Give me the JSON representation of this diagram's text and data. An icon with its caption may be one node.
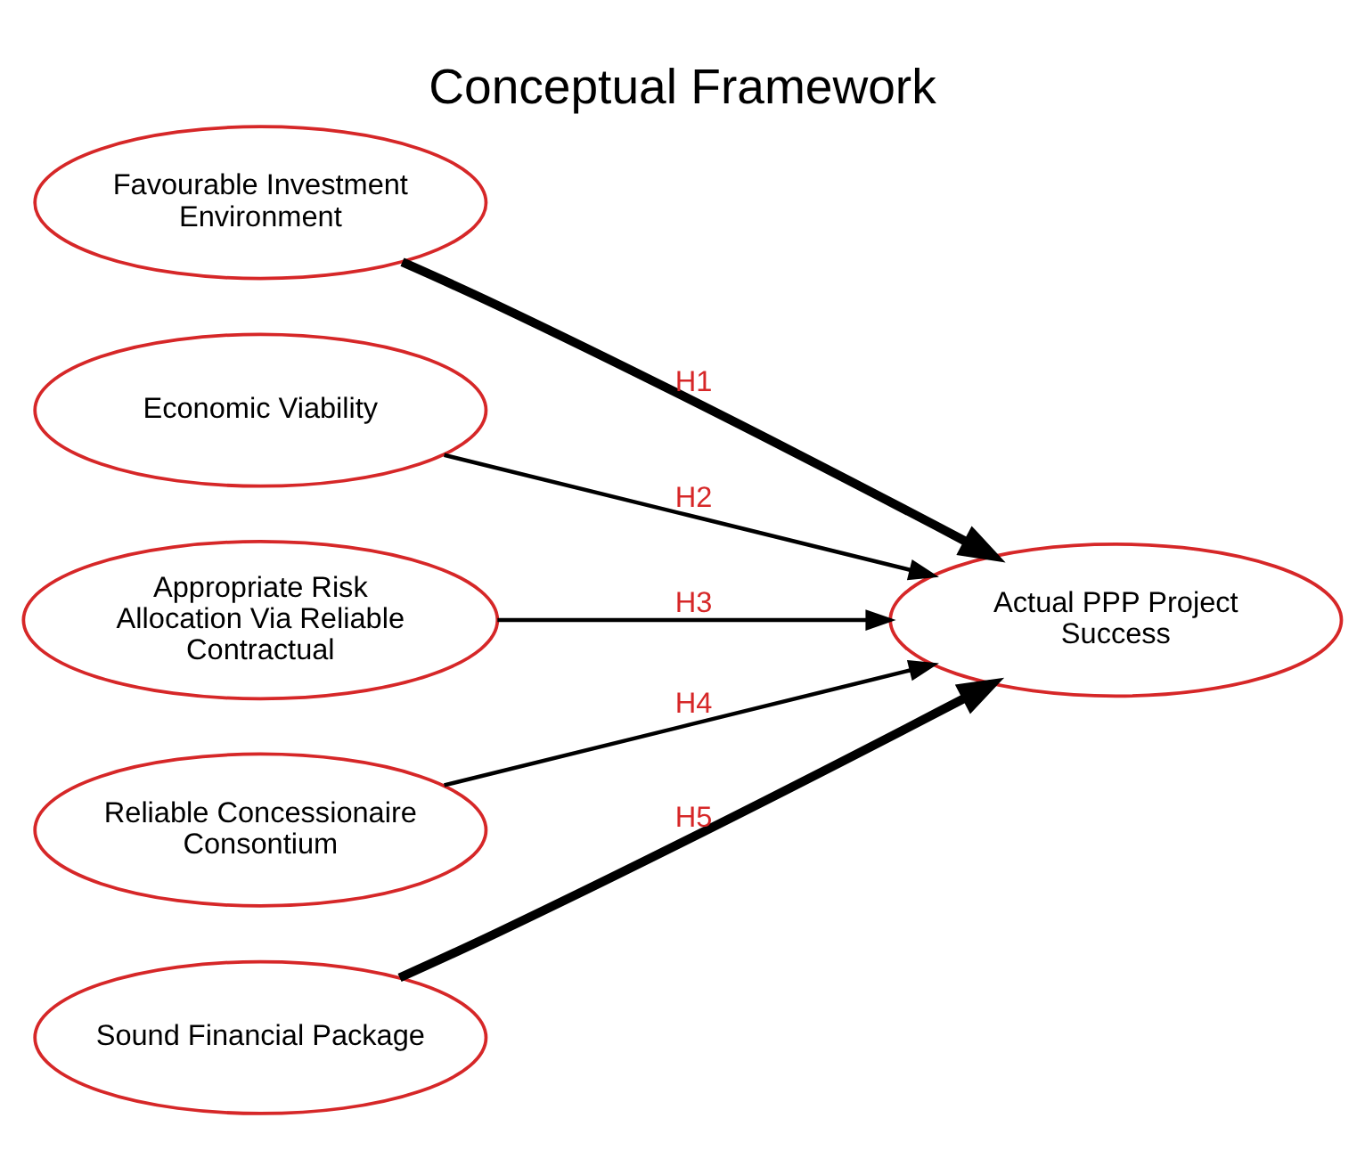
{
  "diagram": {
    "title": "Conceptual Framework",
    "nodes": [
      {
        "text": [
          "Favourable Investment Environment"
        ]
      },
      {
        "text": [
          "Economic Viability"
        ]
      },
      {
        "text": [
          "Appropriate Risk Allocation Via Reliable Contractual"
        ]
      },
      {
        "text": [
          "Reliable Concessionaire Consontium"
        ]
      },
      {
        "text": [
          "Sound Financial Package"
        ]
      },
      {
        "text": [
          "Actual PPP Project Success"
        ]
      }
    ],
    "edges": [
      {
        "from": 0,
        "to": 5,
        "arrow": "to",
        "label": "H1",
        "style": "thick"
      },
      {
        "from": 1,
        "to": 5,
        "arrow": "to",
        "label": "H2"
      },
      {
        "from": 2,
        "to": 5,
        "arrow": "to",
        "label": "H3"
      },
      {
        "from": 3,
        "to": 5,
        "arrow": "to",
        "label": "H4"
      },
      {
        "from": 4,
        "to": 5,
        "arrow": "to",
        "label": "H5",
        "style": "thick"
      }
    ]
  }
}
